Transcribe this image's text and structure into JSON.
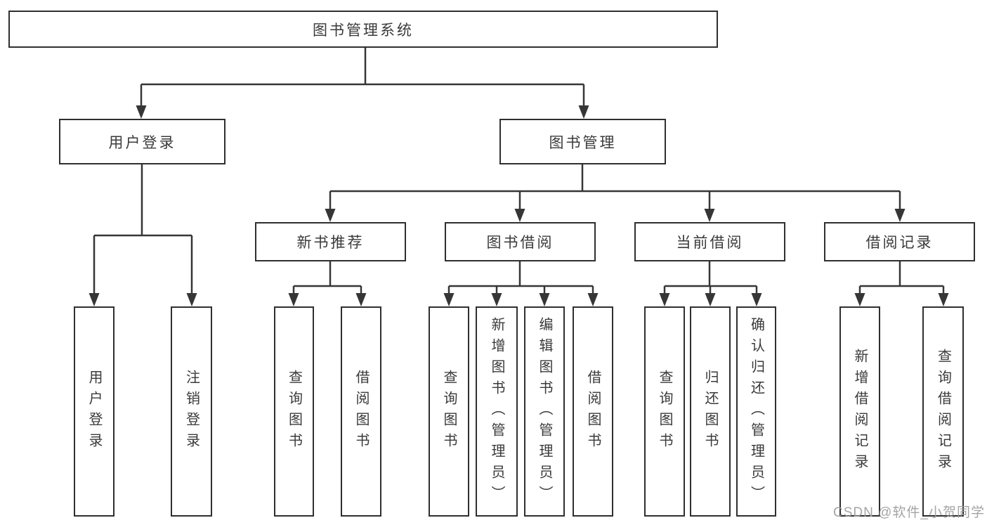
{
  "diagram": {
    "root": {
      "label": "图书管理系统"
    },
    "children": [
      {
        "label": "用户登录",
        "children": [
          {
            "label": "用户登录"
          },
          {
            "label": "注销登录"
          }
        ]
      },
      {
        "label": "图书管理",
        "children": [
          {
            "label": "新书推荐",
            "children": [
              {
                "label": "查询图书"
              },
              {
                "label": "借阅图书"
              }
            ]
          },
          {
            "label": "图书借阅",
            "children": [
              {
                "label": "查询图书"
              },
              {
                "label": "新增图书（管理员）"
              },
              {
                "label": "编辑图书（管理员）"
              },
              {
                "label": "借阅图书"
              }
            ]
          },
          {
            "label": "当前借阅",
            "children": [
              {
                "label": "查询图书"
              },
              {
                "label": "归还图书"
              },
              {
                "label": "确认归还（管理员）"
              }
            ]
          },
          {
            "label": "借阅记录",
            "children": [
              {
                "label": "新增借阅记录"
              },
              {
                "label": "查询借阅记录"
              }
            ]
          }
        ]
      }
    ]
  },
  "watermark": {
    "text": "CSDN @软件_小贺同学"
  },
  "colors": {
    "line": "#363636",
    "box_border": "#2f2f2f",
    "text": "#3a3a3a",
    "watermark": "#9d9d9d",
    "background": "#ffffff"
  }
}
